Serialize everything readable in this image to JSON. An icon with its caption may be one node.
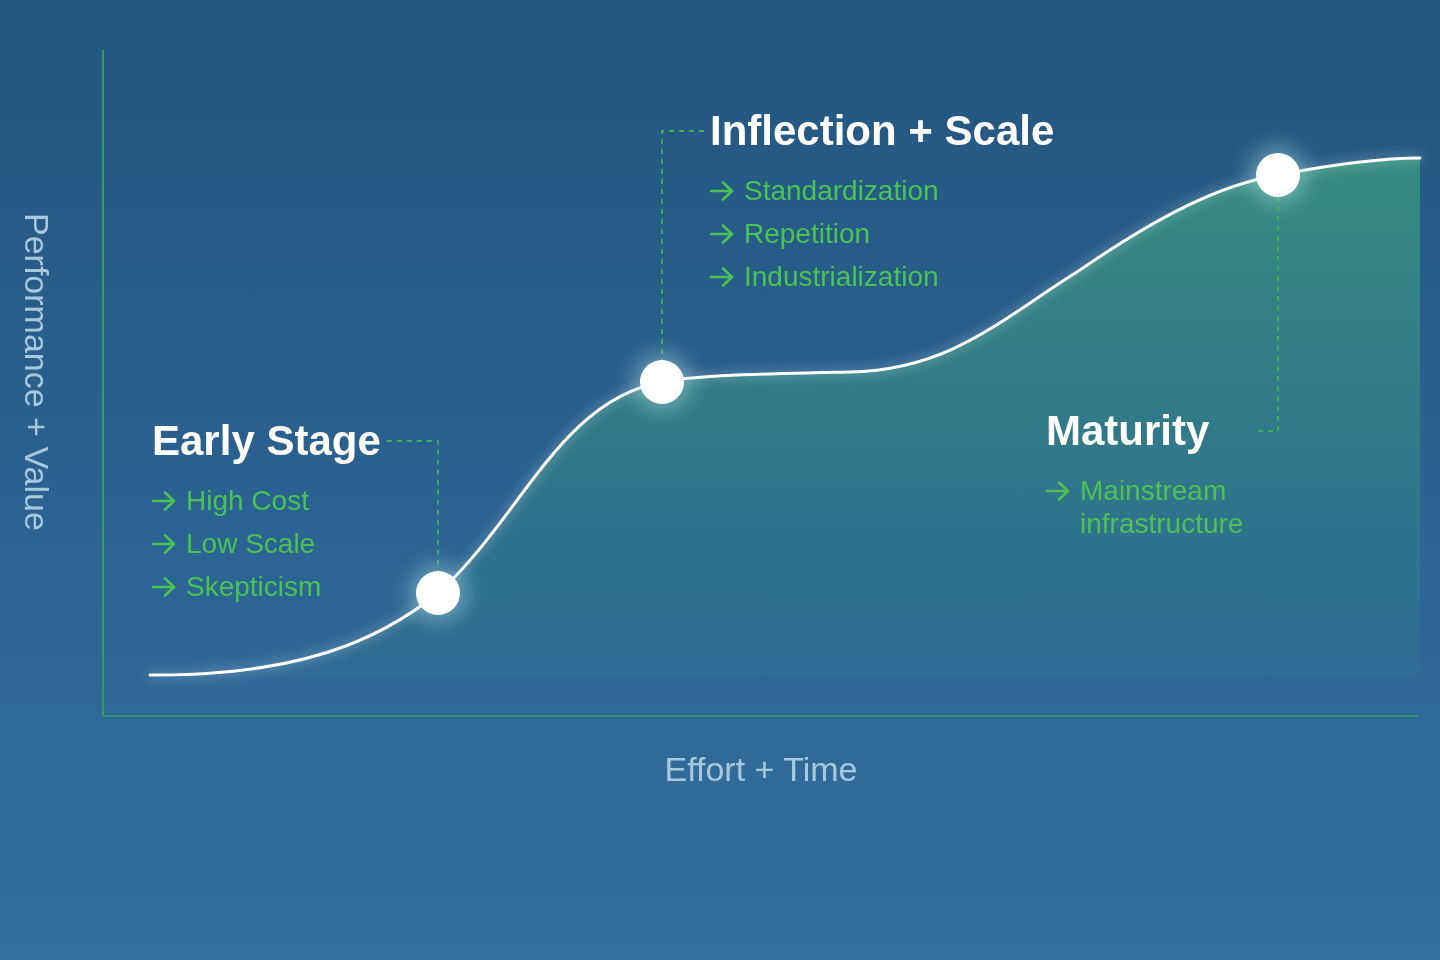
{
  "diagram": {
    "nodes": [
      {
        "text": [
          "Early Stage",
          "High Cost",
          "Low Scale",
          "Skepticism"
        ]
      },
      {
        "text": [],
        "shape": "circle"
      },
      {
        "text": [
          "Inflection + Scale",
          "Standardization",
          "Repetition",
          "Industrialization"
        ]
      },
      {
        "text": [],
        "shape": "circle"
      },
      {
        "text": [
          "Maturity",
          "Mainstream infrastructure"
        ]
      },
      {
        "text": [],
        "shape": "circle"
      }
    ],
    "edges": [
      {
        "from": 0,
        "to": 1,
        "arrow": "none",
        "style": "dashed"
      },
      {
        "from": 2,
        "to": 3,
        "arrow": "none",
        "style": "dashed"
      },
      {
        "from": 4,
        "to": 5,
        "arrow": "none",
        "style": "dashed"
      }
    ],
    "labels": [
      "Performance + Value",
      "Effort + Time"
    ]
  }
}
